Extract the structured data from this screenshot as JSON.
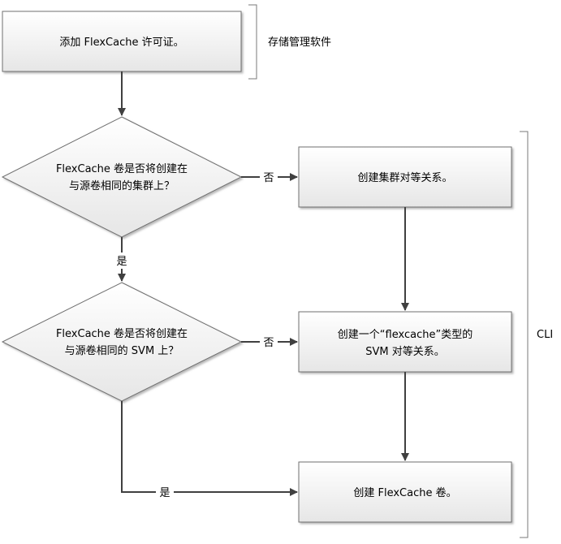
{
  "diagram": {
    "step1": "添加 FlexCache 许可证。",
    "storage_label": "存储管理软件",
    "decision1": [
      "FlexCache 卷是否将创建在",
      "与源卷相同的集群上？"
    ],
    "action1": "创建集群对等关系。",
    "decision2": [
      "FlexCache 卷是否将创建在",
      "与源卷相同的 SVM 上？"
    ],
    "action2": [
      "创建一个“flexcache”类型的",
      "SVM 对等关系。"
    ],
    "action3": "创建 FlexCache 卷。",
    "cli_label": "CLI",
    "no": "否",
    "yes": "是"
  }
}
